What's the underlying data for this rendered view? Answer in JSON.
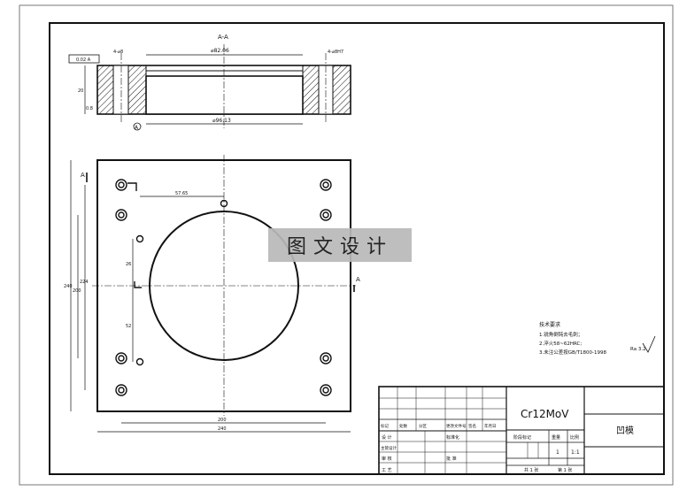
{
  "section": {
    "title": "A-A",
    "dim_top_bore": "⌀82.06",
    "dim_bottom_bore": "⌀96.13",
    "dim_left_top": "4-⌀8",
    "dim_right_top": "4-⌀8H7",
    "dim_height": "20",
    "dim_left_bottom": "0.8",
    "datum_ref": "A",
    "tol_box": "0.02 A"
  },
  "plan": {
    "section_mark": "A",
    "dim_horizontal_inner": "57.65",
    "dim_vertical_1": "26",
    "dim_vertical_2": "52",
    "dim_vertical_left_a": "200",
    "dim_vertical_left_b": "224",
    "dim_vertical_left_c": "240",
    "dim_width_inner": "200",
    "dim_width_outer": "240"
  },
  "notes": {
    "heading": "技术要求",
    "line1": "1.锐角倒钝去毛刺；",
    "line2": "2.淬火58~62HRC;",
    "line3": "3.未注公差按GB/T1800-1998",
    "roughness": "Ra 3.2"
  },
  "title_block": {
    "material": "Cr12MoV",
    "part_name": "凹模",
    "col_stage": "阶段标记",
    "col_weight": "重量",
    "col_scale": "比例",
    "weight": "1",
    "scale": "1:1",
    "sheet_total": "共 1 张",
    "sheet_no": "第 1 张",
    "rows": [
      "标记",
      "处数",
      "分区",
      "更改文件号",
      "签名",
      "年月日"
    ],
    "designer": "设 计",
    "standardization": "标准化",
    "checker": "审 核",
    "approver": "批 准",
    "process": "工 艺",
    "draw": "主管设计"
  },
  "watermark": "图文设计"
}
